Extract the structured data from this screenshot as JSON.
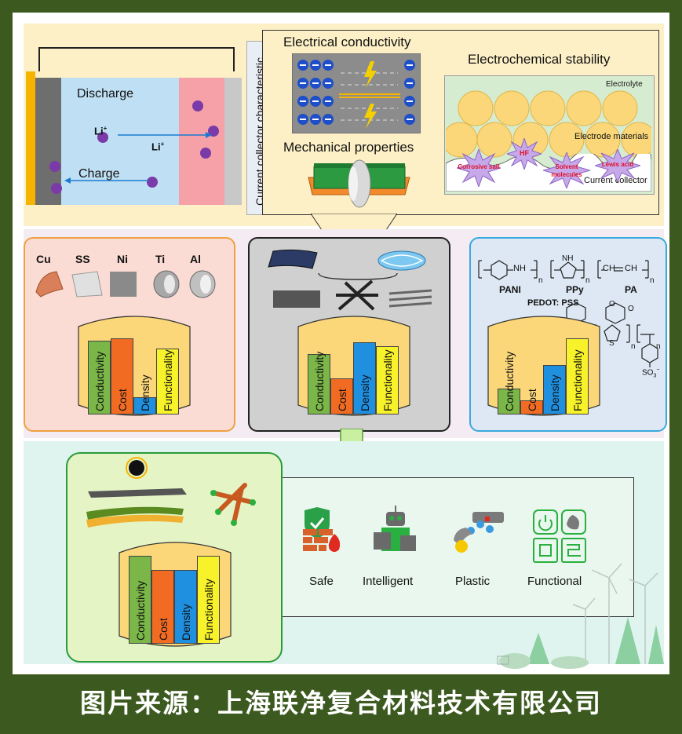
{
  "battery": {
    "discharge": "Discharge",
    "charge": "Charge",
    "ion_label_1": "Li",
    "ion_label_2": "Li",
    "ion_sup": "+"
  },
  "characteristic": {
    "vertical_title": "Current collector characteristic",
    "electrical": "Electrical conductivity",
    "mechanical": "Mechanical properties",
    "electrochemical": "Electrochemical stability",
    "electrolyte": "Electrolyte",
    "electrode": "Electrode materials",
    "collector": "Current collector",
    "bursts": [
      "Corrosive salt",
      "HF",
      "Solvent molecules",
      "Lewis acid"
    ]
  },
  "metals": {
    "labels": [
      "Cu",
      "SS",
      "Ni",
      "Ti",
      "Al"
    ],
    "bars": {
      "conductivity": 0.92,
      "cost": 0.95,
      "density": 0.22,
      "functionality": 0.82
    }
  },
  "carbon": {
    "bars": {
      "conductivity": 0.75,
      "cost": 0.45,
      "density": 0.9,
      "functionality": 0.85
    }
  },
  "polymer": {
    "labels": [
      "PANI",
      "PPy",
      "PA",
      "PEDOT: PSS"
    ],
    "n": "n",
    "nh": "NH",
    "ch": "CH",
    "o": "O",
    "s": "S",
    "so3": "SO",
    "so3_sup": "3",
    "so3_charge": "−",
    "bars": {
      "conductivity": 0.32,
      "cost": 0.18,
      "density": 0.62,
      "functionality": 0.95
    }
  },
  "bar_labels": [
    "Conductivity",
    "Cost",
    "Density",
    "Functionality"
  ],
  "bar_colors": {
    "conductivity": "#7ab648",
    "cost": "#f26b22",
    "density": "#1f8fe0",
    "functionality": "#f7f22a"
  },
  "future": {
    "bars": {
      "conductivity": 0.95,
      "cost": 0.8,
      "density": 0.8,
      "functionality": 0.95
    },
    "apps": [
      "Safe",
      "Intelligent",
      "Plastic",
      "Functional"
    ]
  },
  "caption": "图片来源：上海联净复合材料技术有限公司"
}
